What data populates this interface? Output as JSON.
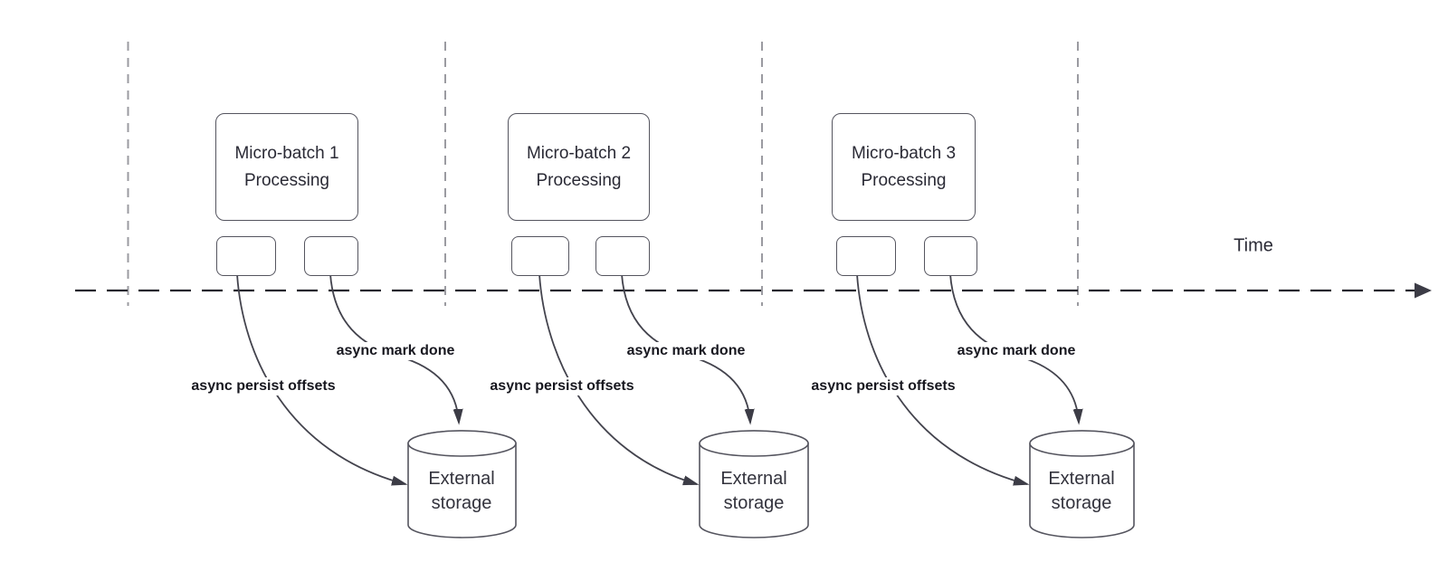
{
  "diagram": {
    "time_label": "Time",
    "batches": [
      {
        "title_line1": "Micro-batch 1",
        "title_line2": "Processing",
        "persist_label": "async persist offsets",
        "done_label": "async mark done",
        "storage_line1": "External",
        "storage_line2": "storage"
      },
      {
        "title_line1": "Micro-batch 2",
        "title_line2": "Processing",
        "persist_label": "async persist offsets",
        "done_label": "async mark done",
        "storage_line1": "External",
        "storage_line2": "storage"
      },
      {
        "title_line1": "Micro-batch 3",
        "title_line2": "Processing",
        "persist_label": "async persist offsets",
        "done_label": "async mark done",
        "storage_line1": "External",
        "storage_line2": "storage"
      }
    ],
    "colors": {
      "background": "#ffffff",
      "time_axis": "#26262e",
      "separator_line": "#9b9ba1",
      "shape_stroke": "#55555f",
      "curve_stroke": "#43434d",
      "arrowhead_fill": "#3c3c46",
      "box_text": "#2a2a35",
      "bold_label_text": "#17171f"
    }
  }
}
